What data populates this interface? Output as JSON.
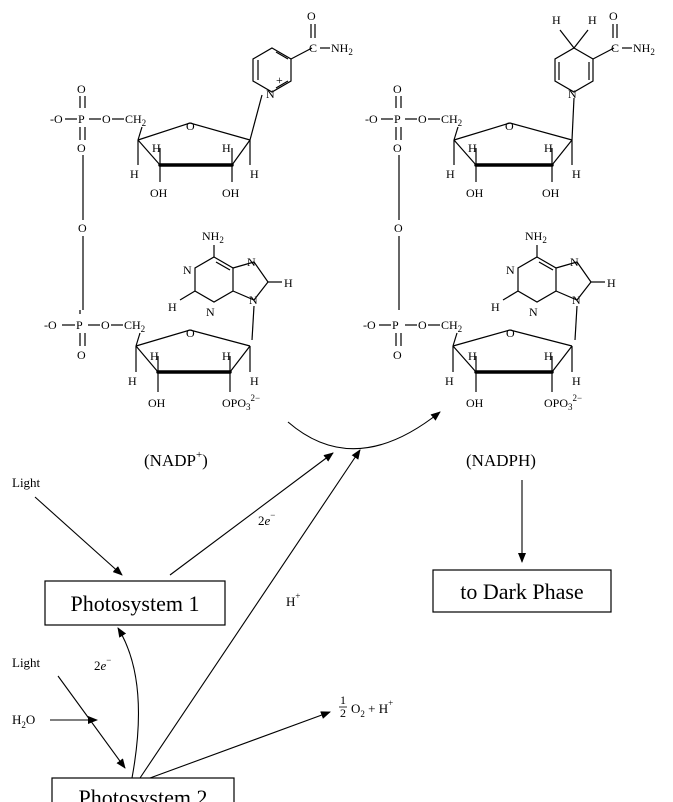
{
  "molecules": {
    "nadp": {
      "name": "(NADP+)",
      "name_base": "(NADP",
      "name_sup": "+",
      "name_close": ")"
    },
    "nadph": {
      "name": "(NADPH)"
    }
  },
  "atoms": {
    "phosphate_o_minus": "-O",
    "phosphate_p": "P",
    "o": "O",
    "ch2": "CH2",
    "h": "H",
    "oh": "OH",
    "n": "N",
    "nh2": "NH2",
    "c": "C",
    "opo3": "OPO3 2-",
    "plus": "+"
  },
  "boxes": {
    "photosystem1": "Photosystem 1",
    "photosystem2": "Photosystem 2",
    "dark_phase": "to Dark Phase"
  },
  "flow_labels": {
    "light_top": "Light",
    "light_bottom": "Light",
    "two_electrons_upper": "2e−",
    "two_electrons_lower": "2e−",
    "h_plus": "H+",
    "water": "H2O",
    "oxygen_product": "1/2 O2 + H+"
  }
}
